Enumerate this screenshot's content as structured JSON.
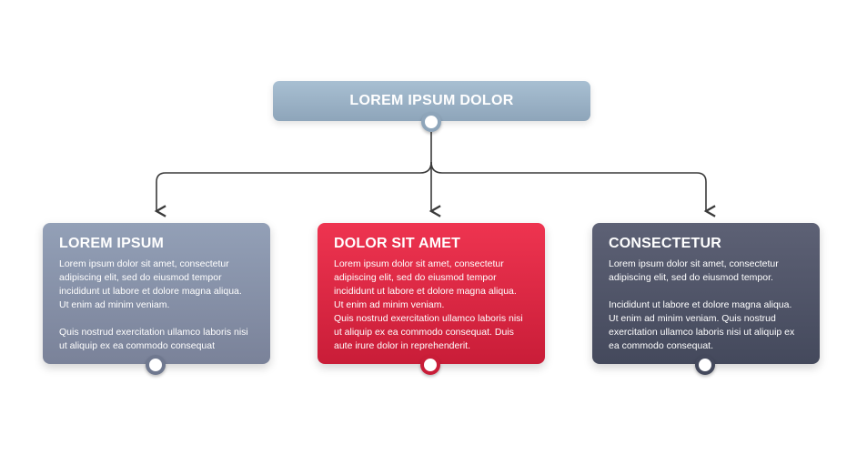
{
  "root": {
    "title": "LOREM IPSUM DOLOR"
  },
  "cards": [
    {
      "title": "LOREM IPSUM",
      "paragraphs": [
        "Lorem ipsum dolor sit amet, consectetur adipiscing elit, sed do eiusmod tempor incididunt ut labore et dolore magna aliqua. Ut enim ad minim veniam.",
        "Quis nostrud exercitation ullamco laboris nisi ut aliquip ex ea commodo consequat"
      ]
    },
    {
      "title": "DOLOR SIT AMET",
      "paragraphs": [
        "Lorem ipsum dolor sit amet, consectetur adipiscing elit, sed do eiusmod tempor incididunt ut labore et dolore magna aliqua. Ut enim ad minim veniam.",
        "Quis nostrud exercitation ullamco laboris nisi ut aliquip ex ea commodo consequat. Duis aute irure dolor in reprehenderit."
      ]
    },
    {
      "title": "CONSECTETUR",
      "paragraphs": [
        "Lorem ipsum dolor sit amet, consectetur adipiscing elit, sed do eiusmod tempor.",
        "Incididunt ut labore et dolore magna aliqua. Ut enim ad minim veniam. Quis nostrud exercitation ullamco laboris nisi ut aliquip ex ea commodo consequat."
      ]
    }
  ],
  "colors": {
    "root": "#9bb2c6",
    "card_1": "#8690a8",
    "card_2": "#e32a45",
    "card_3": "#4f5366",
    "connector": "#3a3a3a"
  }
}
